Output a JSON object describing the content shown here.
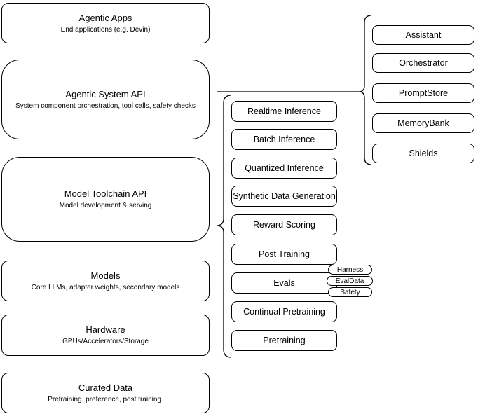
{
  "diagram": {
    "stack": [
      {
        "title": "Agentic Apps",
        "subtitle": "End applications (e.g. Devin)"
      },
      {
        "title": "Agentic System API",
        "subtitle": "System component orchestration, tool calls, safety checks"
      },
      {
        "title": "Model Toolchain API",
        "subtitle": "Model development & serving"
      },
      {
        "title": "Models",
        "subtitle": "Core LLMs, adapter weights, secondary models"
      },
      {
        "title": "Hardware",
        "subtitle": "GPUs/Accelerators/Storage"
      },
      {
        "title": "Curated Data",
        "subtitle": "Pretraining, preference, post training."
      }
    ],
    "toolchain_items": [
      "Realtime Inference",
      "Batch Inference",
      "Quantized Inference",
      "Synthetic Data Generation",
      "Reward Scoring",
      "Post Training",
      "Evals",
      "Continual Pretraining",
      "Pretraining"
    ],
    "eval_tags": [
      "Harness",
      "EvalData",
      "Safety"
    ],
    "system_items": [
      "Assistant",
      "Orchestrator",
      "PromptStore",
      "MemoryBank",
      "Shields"
    ],
    "colors": {
      "stroke": "#000000",
      "fill": "#ffffff",
      "text": "#000000"
    }
  }
}
